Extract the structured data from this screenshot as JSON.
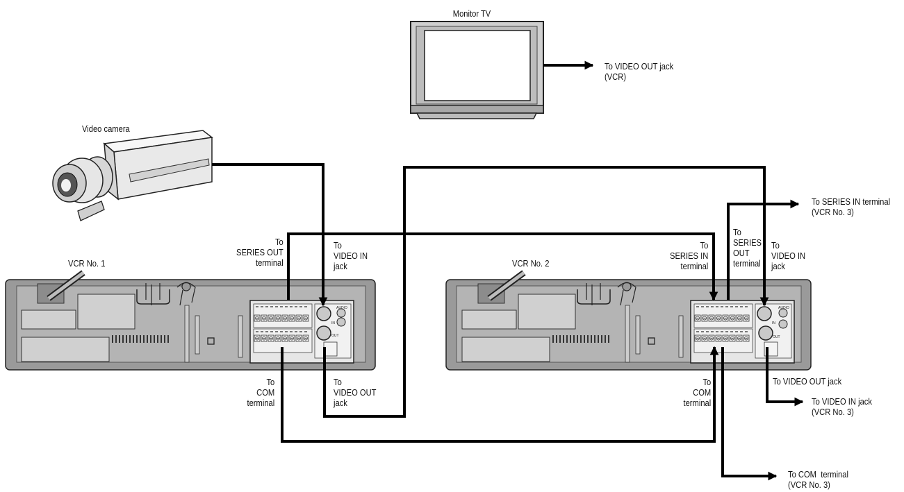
{
  "devices": {
    "monitor_tv": "Monitor TV",
    "video_camera": "Video camera",
    "vcr1": "VCR No. 1",
    "vcr2": "VCR No. 2"
  },
  "labels": {
    "tv_video_out": "To VIDEO OUT jack\n(VCR)",
    "vcr1_series_out": "To\nSERIES OUT\nterminal",
    "vcr1_video_in": "To\nVIDEO IN\njack",
    "vcr1_com": "To\nCOM\nterminal",
    "vcr1_video_out": "To\nVIDEO OUT\njack",
    "vcr2_series_in": "To\nSERIES IN\nterminal",
    "vcr2_series_out": "To\nSERIES\nOUT\nterminal",
    "vcr2_video_in": "To\nVIDEO IN\njack",
    "vcr2_com": "To\nCOM\nterminal",
    "vcr2_video_out": "To VIDEO OUT jack",
    "series_in_vcr3": "To SERIES IN terminal\n(VCR No. 3)",
    "video_in_vcr3": "To VIDEO IN jack\n(VCR No. 3)",
    "com_vcr3": "To COM  terminal\n(VCR No. 3)"
  },
  "panel_text": {
    "audio": "AUDIO",
    "in": "IN",
    "out": "OUT"
  },
  "colors": {
    "cable": "#000000",
    "vcr_body": "#9a9a9a",
    "vcr_inner": "#b4b4b4",
    "panel": "#e6e6e6",
    "camera": "#ededed",
    "tv_screen": "#ffffff"
  }
}
